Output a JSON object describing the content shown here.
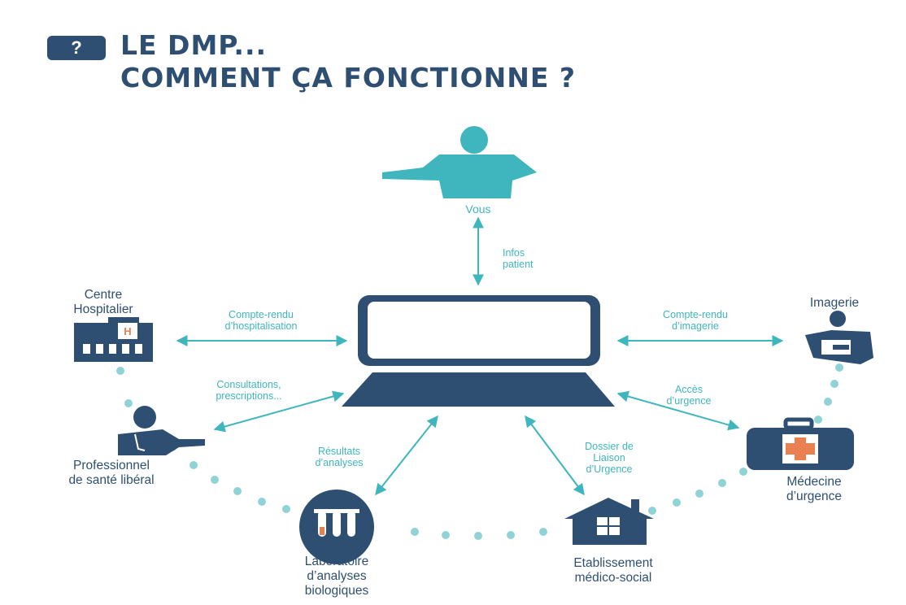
{
  "header": {
    "badge": "?",
    "title_line1": "LE DMP...",
    "title_line2": "COMMENT ÇA FONCTIONNE ?"
  },
  "colors": {
    "navy": "#2e4f71",
    "teal": "#3fb6bd",
    "orange": "#e8804f"
  },
  "nodes": {
    "vous": "Vous",
    "hopital": "Centre\nHospitalier",
    "imagerie": "Imagerie",
    "professionnel": "Professionnel\nde santé libéral",
    "medecine": "Médecine\nd’urgence",
    "laboratoire": "Laboratoire\nd’analyses\nbiologiques",
    "etablissement": "Etablissement\nmédico-social"
  },
  "links": {
    "infos": "Infos\npatient",
    "hospitalisation": "Compte-rendu\nd’hospitalisation",
    "imagerie": "Compte-rendu\nd’imagerie",
    "consultations": "Consultations,\nprescriptions...",
    "acces": "Accès\nd’urgence",
    "resultats": "Résultats\nd’analyses",
    "dossier": "Dossier de\nLiaison\nd’Urgence"
  },
  "icons": [
    "person-icon",
    "laptop-icon",
    "hospital-icon",
    "imaging-icon",
    "doctor-icon",
    "medical-kit-icon",
    "test-tubes-icon",
    "house-icon"
  ]
}
